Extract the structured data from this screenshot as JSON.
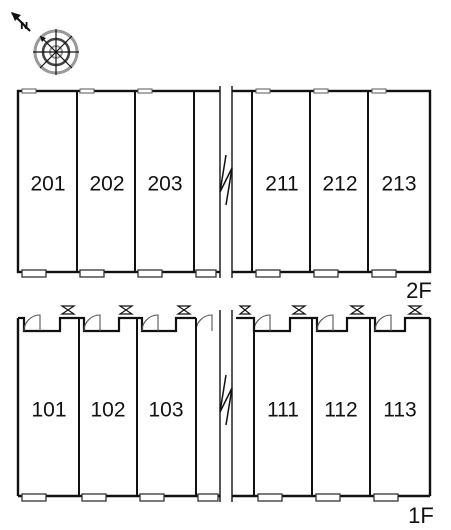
{
  "compass": {
    "letter": "N",
    "icon": "north-arrow-icon"
  },
  "floors": [
    {
      "id": "floor-2",
      "label": "2F",
      "units_left": [
        "201",
        "202",
        "203"
      ],
      "units_right": [
        "211",
        "212",
        "213"
      ]
    },
    {
      "id": "floor-1",
      "label": "1F",
      "units_left": [
        "101",
        "102",
        "103"
      ],
      "units_right": [
        "111",
        "112",
        "113"
      ]
    }
  ]
}
